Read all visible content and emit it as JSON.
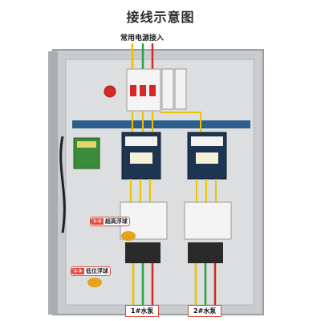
{
  "title": "接线示意图",
  "incoming_label": "常用电源接入",
  "annotations": {
    "high_float": {
      "num": "①③",
      "text": "超高浮球"
    },
    "low_float": {
      "num": "①②",
      "text": "低位浮球"
    }
  },
  "pumps": {
    "pump1": "1#水泵",
    "pump2": "2#水泵"
  },
  "colors": {
    "wire_yellow": "#e8c300",
    "wire_green": "#2ea043",
    "wire_red": "#d62828",
    "cabinet": "#b9bcc0",
    "backplate": "#d8dadc",
    "rail": "#2e5f8c",
    "contactor_body": "#1d3550"
  }
}
